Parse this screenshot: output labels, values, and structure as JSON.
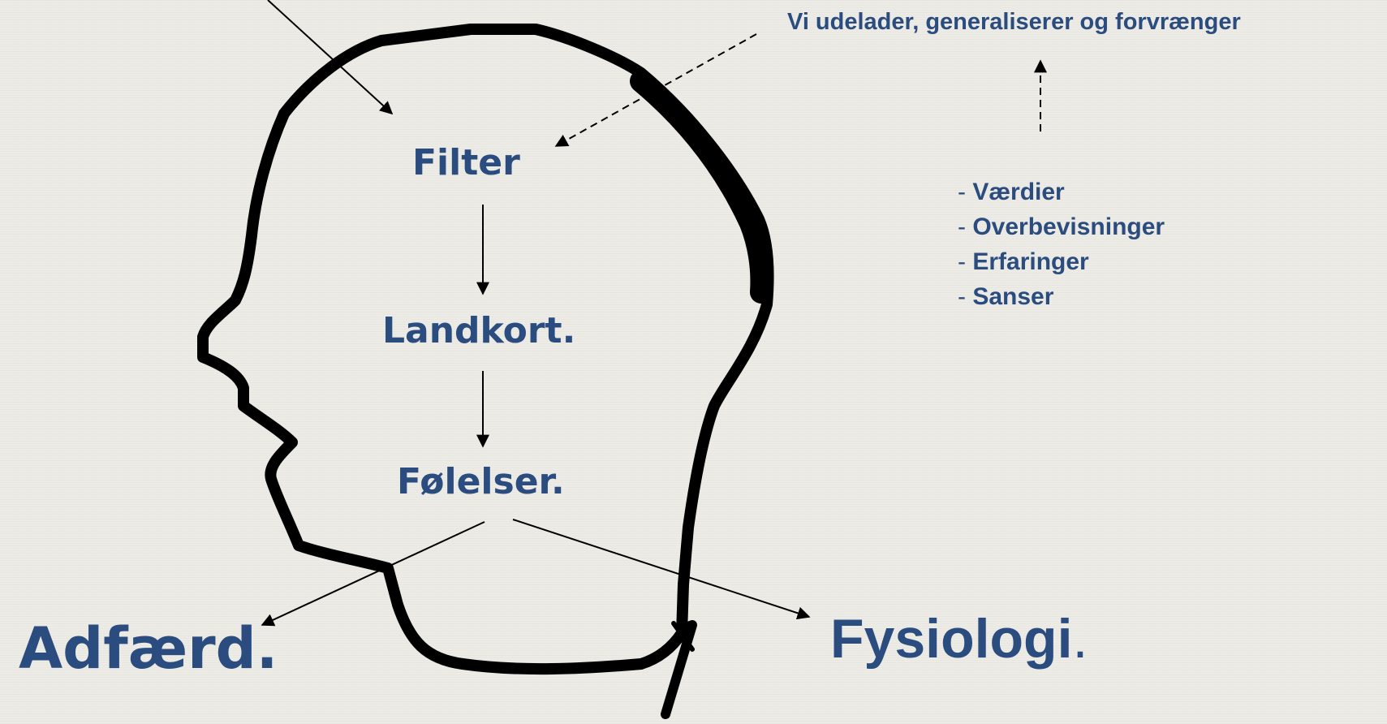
{
  "colors": {
    "background": "#ecebe5",
    "text_blue": "#2a4c7f",
    "outline": "#000000"
  },
  "icons": {
    "head": "head-silhouette-icon"
  },
  "labels": {
    "filter": "Filter",
    "landkort": "Landkort.",
    "folelser": "Følelser.",
    "adfaerd": "Adfærd.",
    "fysiologi_word": "Fysiologi",
    "fysiologi_dot": ".",
    "vi_udelader": "Vi udelader, generaliserer og forvrænger"
  },
  "factors": {
    "dash": "- ",
    "items": [
      "Værdier",
      "Overbevisninger",
      "Erfaringer",
      "Sanser"
    ]
  }
}
